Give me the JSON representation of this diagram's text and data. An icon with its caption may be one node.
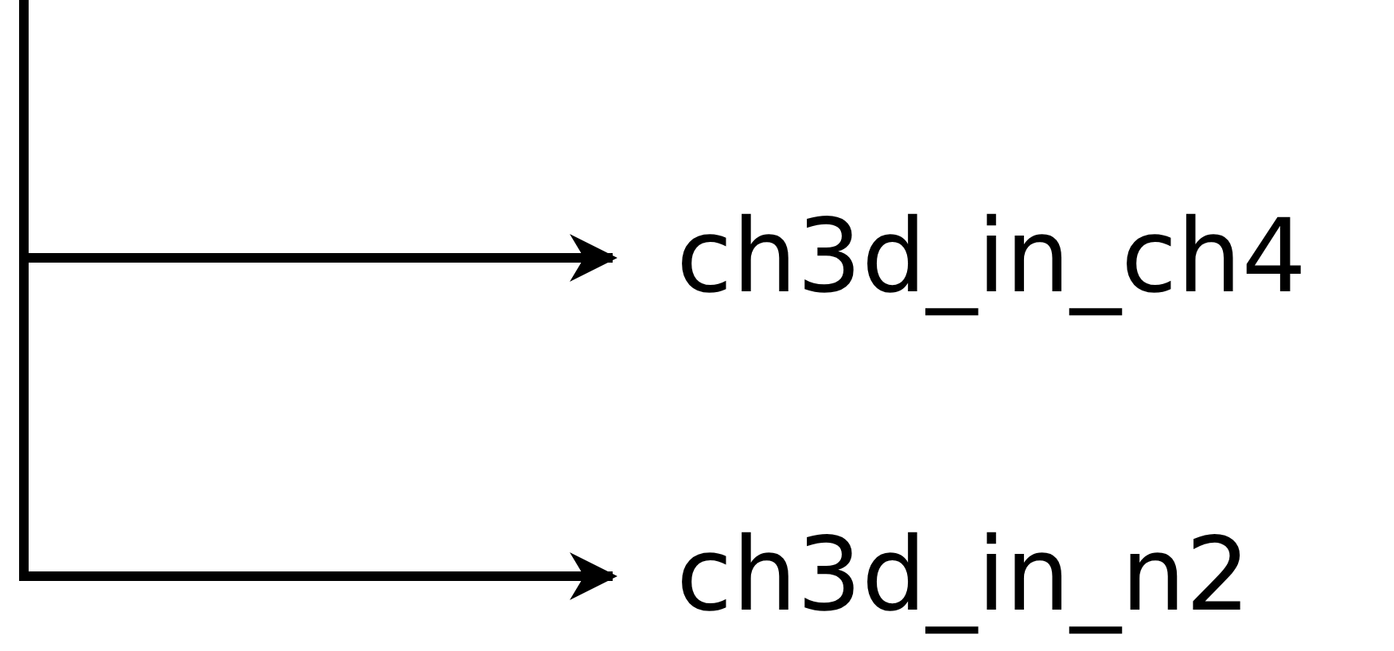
{
  "diagram": {
    "nodes": [
      {
        "text": [
          "ch3d_in_ch4"
        ]
      },
      {
        "text": [
          "ch3d_in_n2"
        ]
      }
    ],
    "edges": [
      {
        "from": null,
        "to": 0,
        "arrow": "to"
      },
      {
        "from": null,
        "to": 1,
        "arrow": "to"
      }
    ]
  }
}
